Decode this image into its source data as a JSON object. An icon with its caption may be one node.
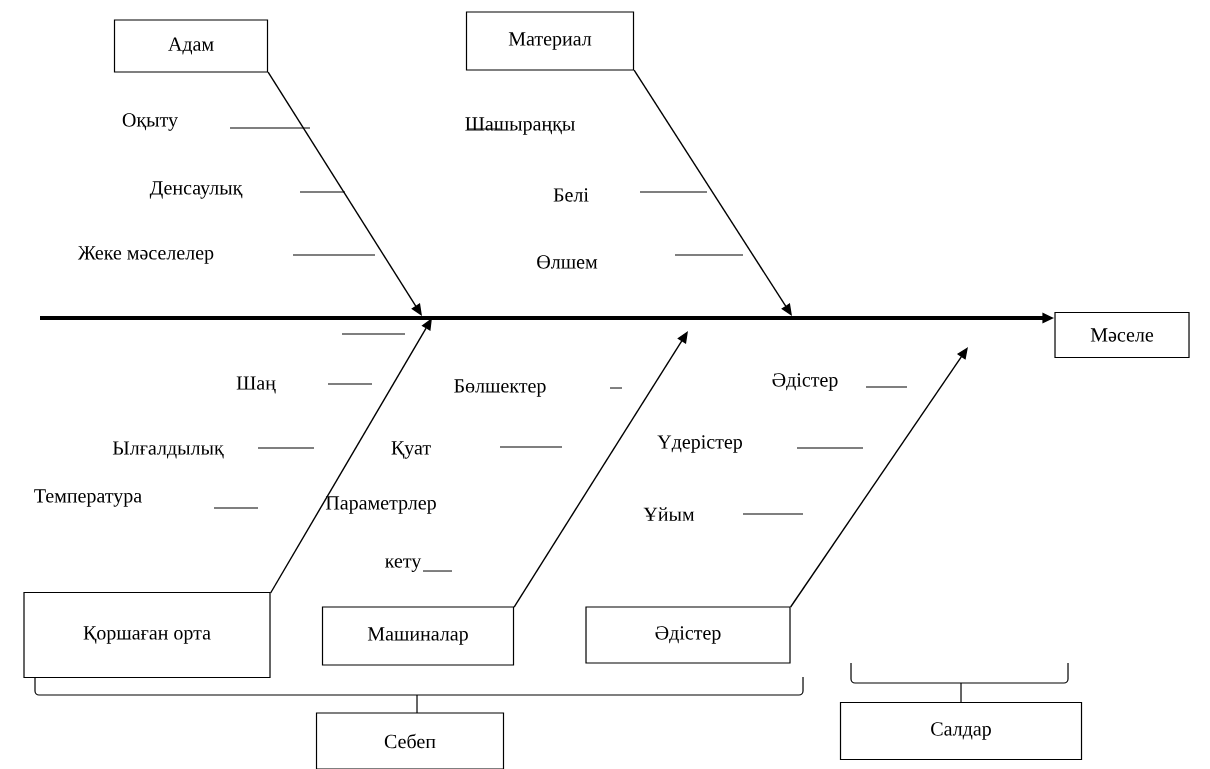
{
  "diagram": {
    "nodes": [
      {
        "text": [
          "Адам"
        ]
      },
      {
        "text": [
          "Материал"
        ]
      },
      {
        "text": [
          "Қоршаған орта"
        ]
      },
      {
        "text": [
          "Машиналар"
        ]
      },
      {
        "text": [
          "Әдістер"
        ]
      },
      {
        "text": [
          "Мәселе"
        ]
      },
      {
        "text": [
          "Себеп"
        ]
      },
      {
        "text": [
          "Салдар"
        ]
      }
    ],
    "edges": [
      {
        "from": null,
        "to": 5,
        "arrow": "to",
        "style": "thick"
      },
      {
        "from": 0,
        "to": null,
        "arrow": "to"
      },
      {
        "from": 1,
        "to": null,
        "arrow": "to"
      },
      {
        "from": 2,
        "to": null,
        "arrow": "to"
      },
      {
        "from": 3,
        "to": null,
        "arrow": "to"
      },
      {
        "from": 4,
        "to": null,
        "arrow": "to"
      }
    ],
    "labels": [
      "Оқыту",
      "Шашыраңқы",
      "Денсаулық",
      "Белі",
      "Жеке мәселелер",
      "Өлшем",
      "Шаң",
      "Бөлшектер",
      "Әдістер",
      "Ылғалдылық",
      "Қуат",
      "Үдерістер",
      "Температура",
      "Параметрлер",
      "Ұйым",
      "кету"
    ]
  }
}
